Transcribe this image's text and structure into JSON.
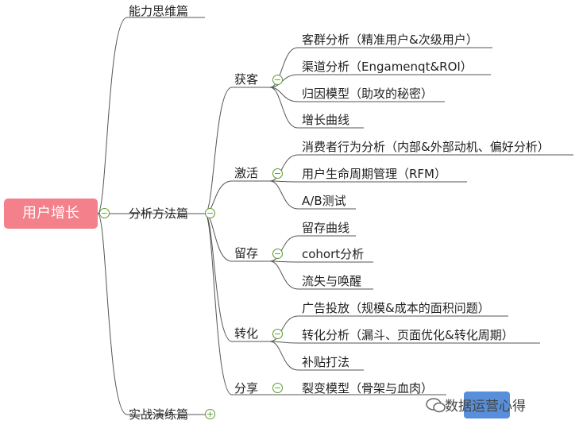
{
  "root": {
    "label": "用户增长",
    "color": "#f3808a"
  },
  "branches": {
    "b1": {
      "label": "能力思维篇"
    },
    "b2": {
      "label": "分析方法篇"
    },
    "b3": {
      "label": "实战演练篇",
      "toggle": "+"
    }
  },
  "groups": {
    "acquire": {
      "label": "获客",
      "items": [
        "客群分析（精准用户&次级用户）",
        "渠道分析（Engamenqt&ROI）",
        "归因模型（助攻的秘密）",
        "增长曲线"
      ]
    },
    "activate": {
      "label": "激活",
      "items": [
        "消费者行为分析（内部&外部动机、偏好分析）",
        "用户生命周期管理（RFM）",
        "A/B测试"
      ]
    },
    "retain": {
      "label": "留存",
      "items": [
        "留存曲线",
        "cohort分析",
        "流失与唤醒"
      ]
    },
    "convert": {
      "label": "转化",
      "items": [
        "广告投放（规模&成本的面积问题）",
        "转化分析（漏斗、页面优化&转化周期）",
        "补贴打法"
      ]
    },
    "share": {
      "label": "分享",
      "items": [
        "裂变模型（骨架与血肉）"
      ]
    }
  },
  "toggle_minus": "−",
  "watermark": "数据运营心得",
  "colors": {
    "line": "#555555",
    "toggle": "#5b9a2e"
  }
}
